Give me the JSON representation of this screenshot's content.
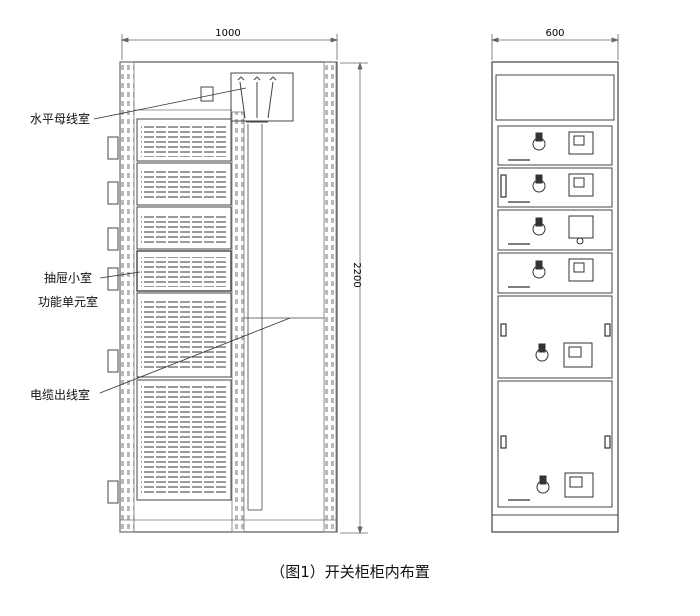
{
  "diagram": {
    "labels": {
      "busbar_room": "水平母线室",
      "drawer_room": "抽屉小室",
      "function_unit_room": "功能单元室",
      "cable_outlet_room": "电缆出线室"
    },
    "dimensions": {
      "side_width": "1000",
      "front_width": "600",
      "height": "2200"
    },
    "caption": "（图1）开关柜柜内布置"
  }
}
